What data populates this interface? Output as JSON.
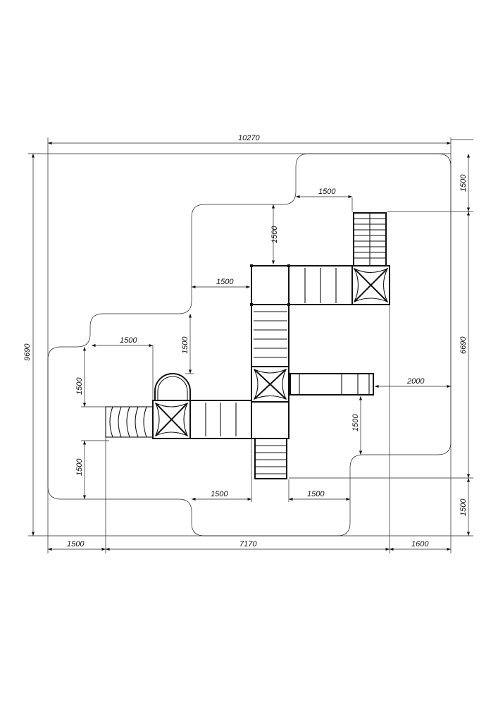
{
  "drawing": {
    "overall": {
      "width": "10270",
      "height": "9690"
    },
    "bottom": [
      "1500",
      "7170",
      "1600"
    ],
    "right": [
      "1500",
      "6690",
      "1500"
    ],
    "inner": {
      "top_ladder_gap": "1500",
      "top_tower_gap": "1500",
      "left_tower_gap": "1500",
      "stairs_gap_vertical": "1500",
      "left_arch_gap": "1500",
      "left_ladder_gap_top": "1500",
      "left_ladder_gap_bottom": "1500",
      "bottom_left_gap": "1500",
      "bottom_right_gap": "1500",
      "slide_end_gap": "2000",
      "slide_side_gap": "1500"
    }
  }
}
